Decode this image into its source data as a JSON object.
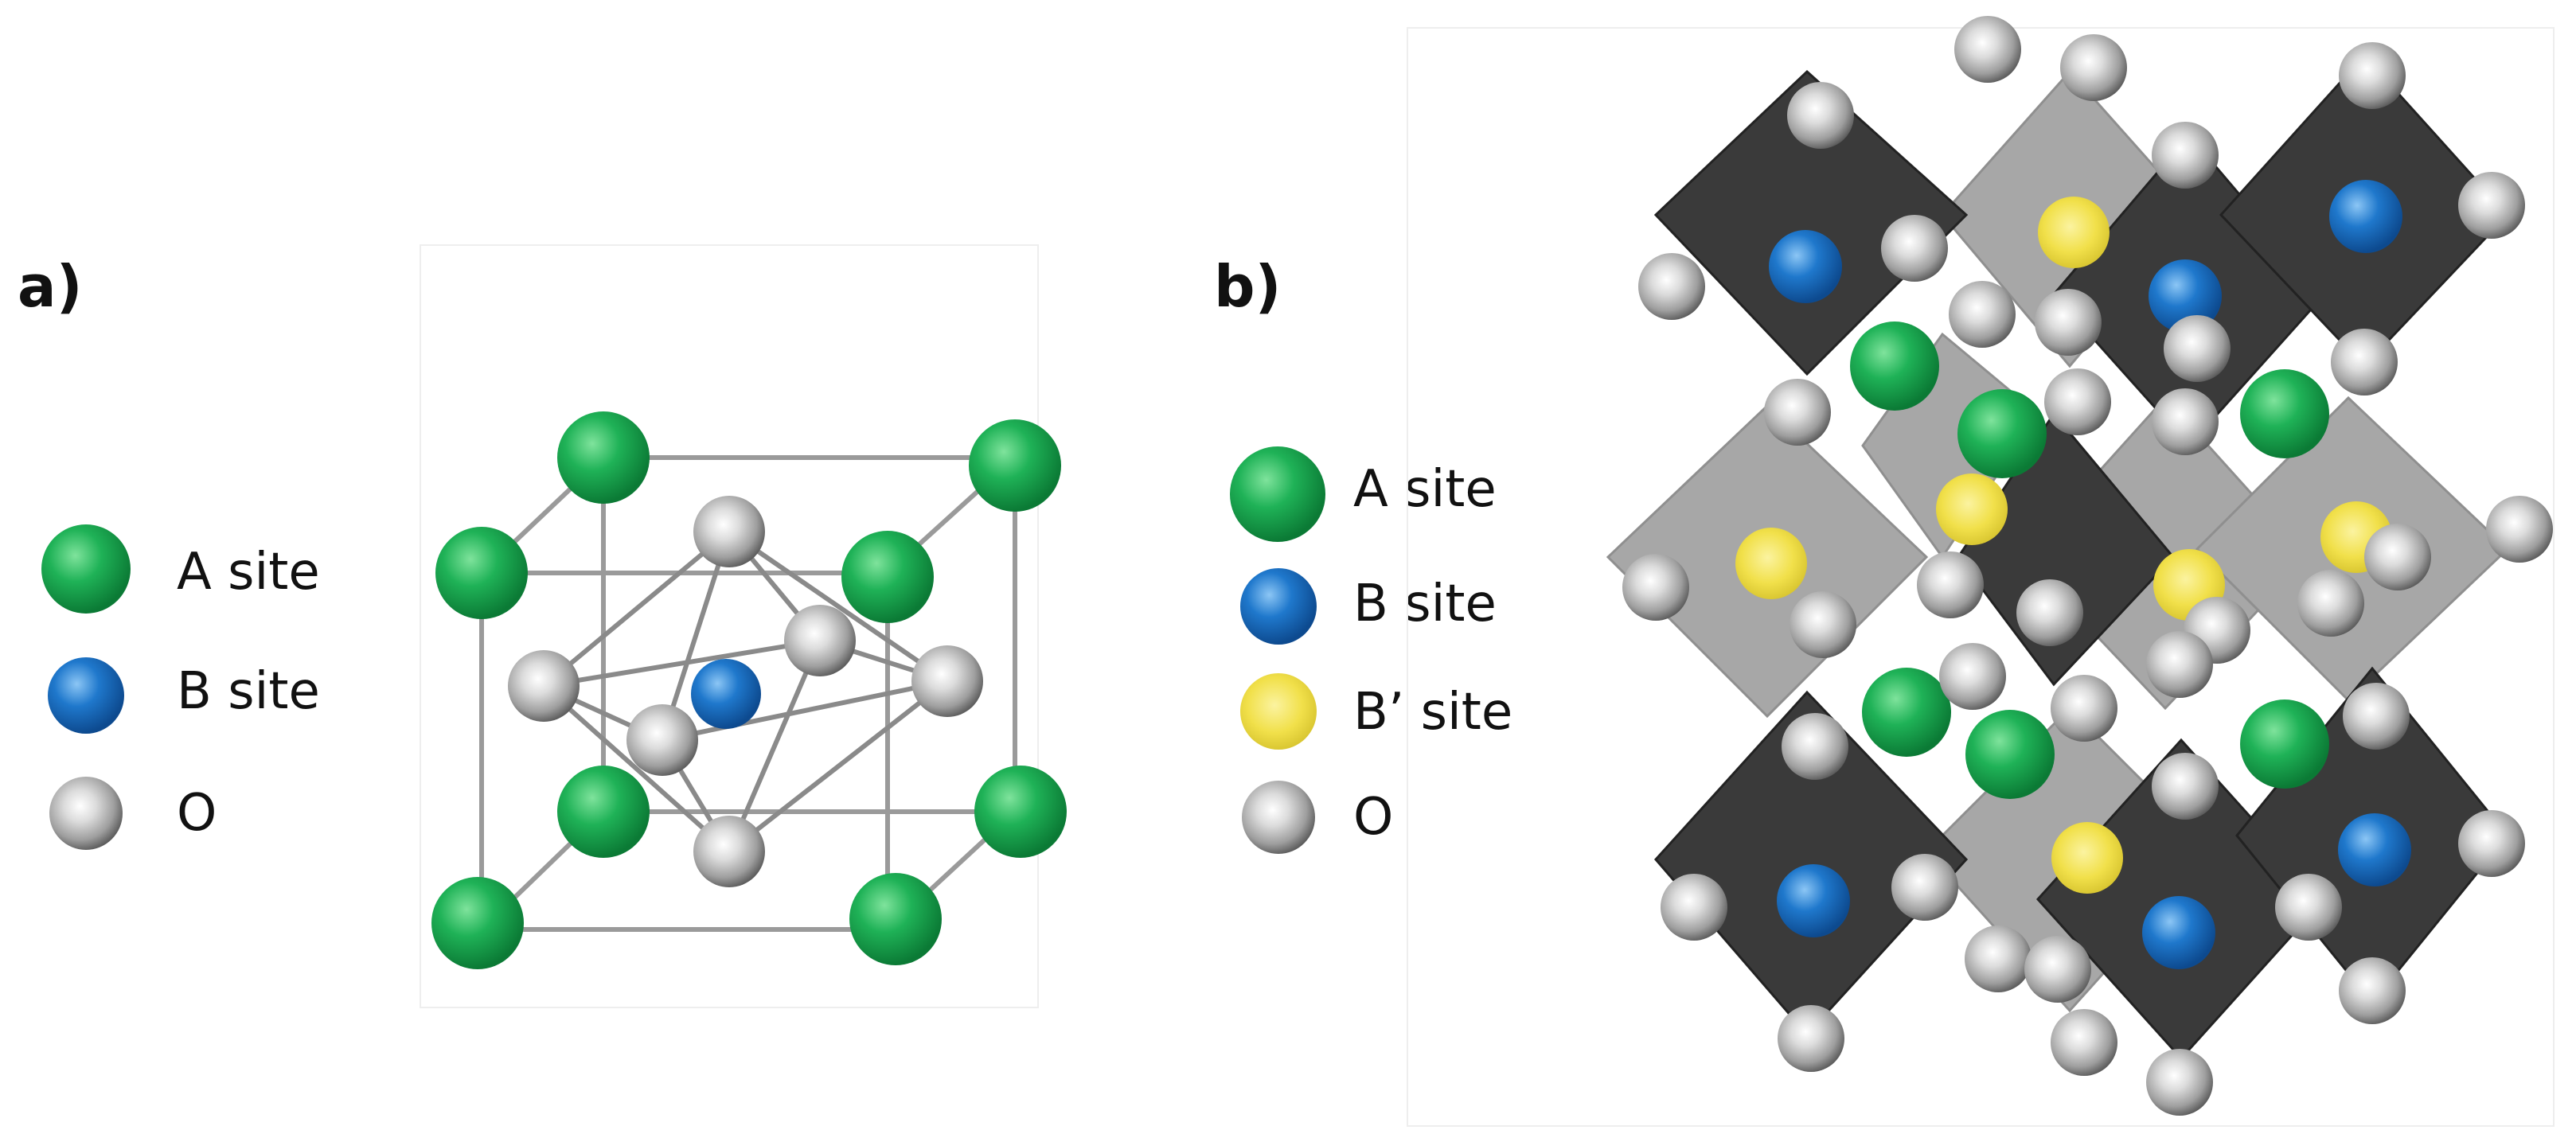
{
  "panel_a": {
    "label": "a)",
    "legend": [
      {
        "key": "A",
        "text": "A site"
      },
      {
        "key": "B",
        "text": "B site"
      },
      {
        "key": "O",
        "text": "O"
      }
    ]
  },
  "panel_b": {
    "label": "b)",
    "legend": [
      {
        "key": "A",
        "text": "A site"
      },
      {
        "key": "B",
        "text": "B site"
      },
      {
        "key": "Bp",
        "text": "B’ site"
      },
      {
        "key": "O",
        "text": "O"
      }
    ]
  },
  "colors": {
    "A_site": "#1aa84e",
    "B_site": "#1f6fc0",
    "Bprime_site": "#f1e04a",
    "O": "#9a9a9a",
    "octahedron_dark": "#3a3a3a",
    "octahedron_light": "#9a9a9a",
    "bond": "#8a8a8a"
  }
}
